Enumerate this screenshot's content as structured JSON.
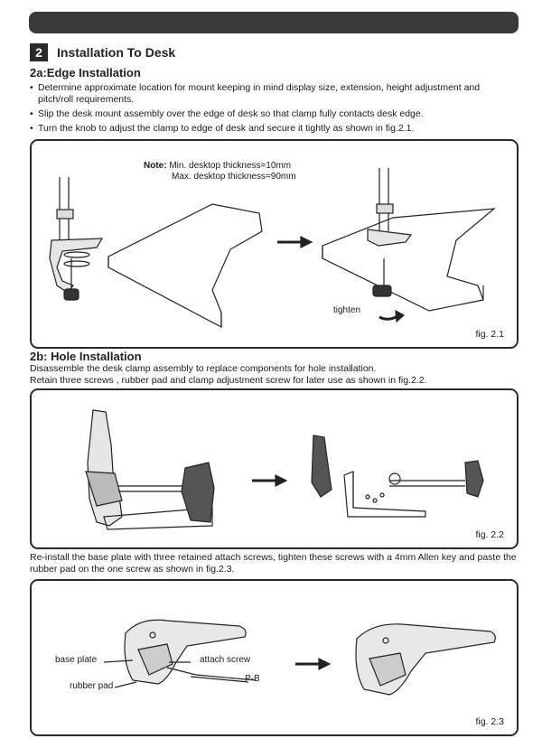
{
  "section": {
    "number": "2",
    "title": "Installation To Desk"
  },
  "edge": {
    "heading": "2a:Edge Installation",
    "bullets": [
      "Determine approximate location for mount keeping in mind display size, extension, height adjustment and pitch/roll requirements.",
      "Slip the desk mount assembly over the edge of desk so that clamp fully contacts desk edge.",
      "Turn the knob to adjust the clamp to edge of desk and secure it tightly as shown in fig.2.1."
    ]
  },
  "fig1": {
    "note_label": "Note:",
    "note_line1": "Min. desktop thickness=10mm",
    "note_line2": "Max. desktop thickness=90mm",
    "tighten": "tighten",
    "label": "fig. 2.1"
  },
  "hole": {
    "heading": "2b: Hole Installation",
    "line1": "Disassemble the desk clamp assembly to replace components for hole installation.",
    "line2": "Retain three screws , rubber pad and clamp adjustment screw for later use as shown in fig.2.2."
  },
  "fig2": {
    "label": "fig. 2.2"
  },
  "reinstall": "Re-install the base plate with three retained attach screws, tighten these screws with a 4mm Allen key and paste the rubber pad on the one screw as shown in fig.2.3.",
  "fig3": {
    "base_plate": "base plate",
    "attach_screw": "attach screw",
    "pb": "P-B",
    "rubber_pad": "rubber pad",
    "label": "fig. 2.3"
  }
}
